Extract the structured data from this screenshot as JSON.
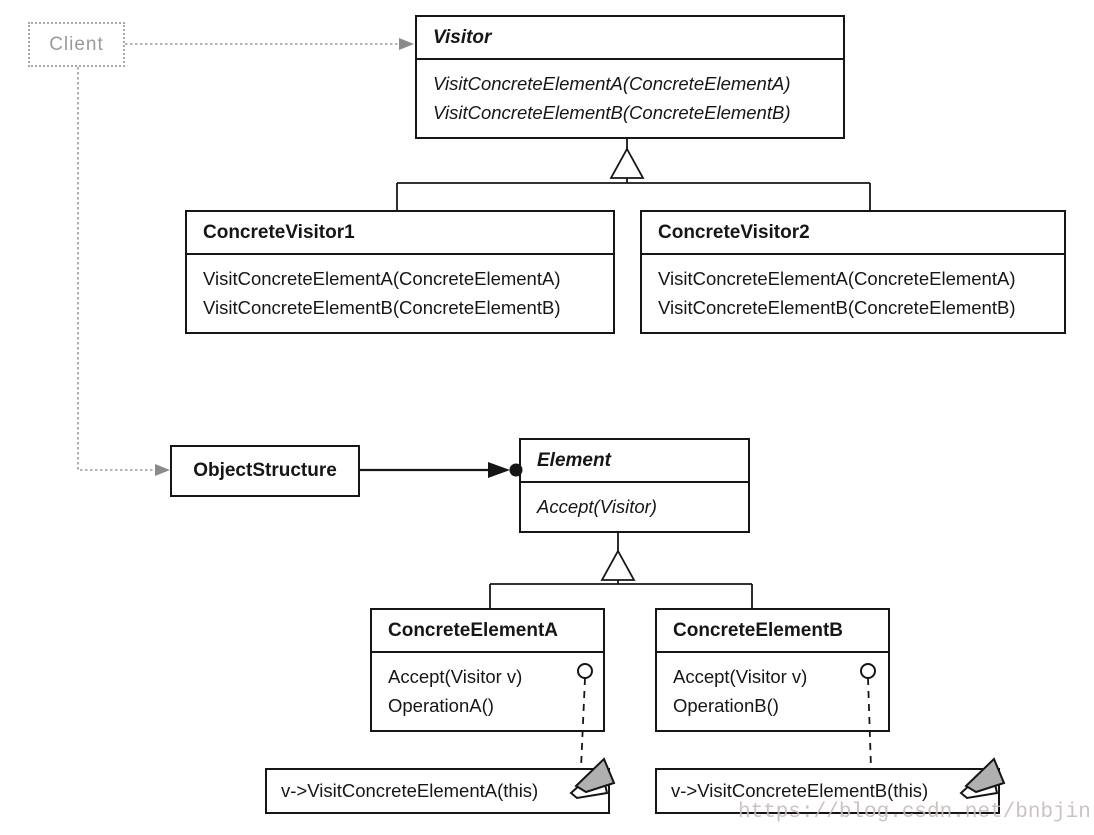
{
  "classes": {
    "client": {
      "name": "Client"
    },
    "visitor": {
      "name": "Visitor",
      "methods": [
        "VisitConcreteElementA(ConcreteElementA)",
        "VisitConcreteElementB(ConcreteElementB)"
      ]
    },
    "concrete_visitor1": {
      "name": "ConcreteVisitor1",
      "methods": [
        "VisitConcreteElementA(ConcreteElementA)",
        "VisitConcreteElementB(ConcreteElementB)"
      ]
    },
    "concrete_visitor2": {
      "name": "ConcreteVisitor2",
      "methods": [
        "VisitConcreteElementA(ConcreteElementA)",
        "VisitConcreteElementB(ConcreteElementB)"
      ]
    },
    "object_structure": {
      "name": "ObjectStructure"
    },
    "element": {
      "name": "Element",
      "methods": [
        "Accept(Visitor)"
      ]
    },
    "concrete_element_a": {
      "name": "ConcreteElementA",
      "methods": [
        "Accept(Visitor v)",
        "OperationA()"
      ]
    },
    "concrete_element_b": {
      "name": "ConcreteElementB",
      "methods": [
        "Accept(Visitor v)",
        "OperationB()"
      ]
    }
  },
  "notes": {
    "a": {
      "text": "v->VisitConcreteElementA(this)"
    },
    "b": {
      "text": "v->VisitConcreteElementB(this)"
    }
  },
  "watermark": {
    "text": "https://blog.csdn.net/bnbjin"
  },
  "colors": {
    "line": "#161616",
    "client_gray": "#9a9a9a",
    "note_fold": "#b0b0b0",
    "watermark": "#c8bcbc"
  }
}
